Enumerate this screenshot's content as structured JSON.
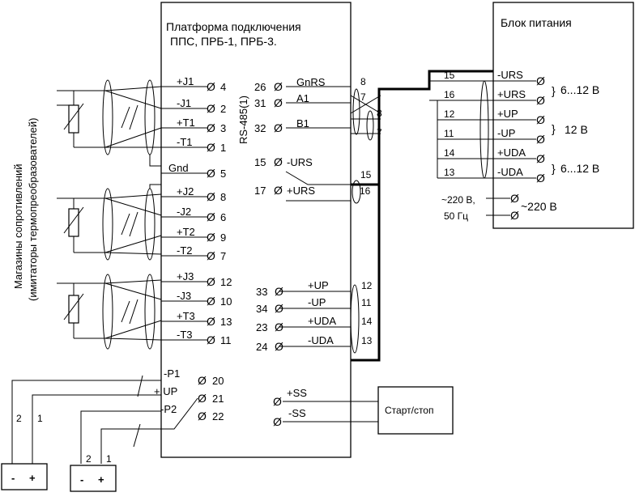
{
  "platform": {
    "title_line1": "Платформа подключения",
    "title_line2": "ППС, ПРБ-1, ПРБ-3.",
    "rs485": "RS-485(1)"
  },
  "power_block": {
    "title": "Блок питания",
    "terms": [
      "-URS",
      "+URS",
      "+UP",
      "-UP",
      "+UDA",
      "-UDA"
    ],
    "wire_nums": [
      "15",
      "16",
      "12",
      "11",
      "14",
      "13"
    ],
    "v1": "6...12 В",
    "v2": "12 В",
    "v3": "6...12 В",
    "ac_left_1": "~220 В,",
    "ac_left_2": "50 Гц",
    "ac_right": "~220 В"
  },
  "side_label": {
    "line1": "Магазины сопротивлений",
    "line2": "(имитаторы термопреобразователей)"
  },
  "left_terminals": [
    {
      "label": "+J1",
      "num": "4"
    },
    {
      "label": "-J1",
      "num": "2"
    },
    {
      "label": "+T1",
      "num": "3"
    },
    {
      "label": "-T1",
      "num": "1"
    },
    {
      "label": "Gnd",
      "num": "5"
    },
    {
      "label": "+J2",
      "num": "8"
    },
    {
      "label": "-J2",
      "num": "6"
    },
    {
      "label": "+T2",
      "num": "9"
    },
    {
      "label": "-T2",
      "num": "7"
    },
    {
      "label": "+J3",
      "num": "12"
    },
    {
      "label": "-J3",
      "num": "10"
    },
    {
      "label": "+T3",
      "num": "13"
    },
    {
      "label": "-T3",
      "num": "11"
    }
  ],
  "pressure_terminals": [
    {
      "label": "-P1",
      "num": "20"
    },
    {
      "label": "+ UP",
      "num": "21"
    },
    {
      "label": "-P2",
      "num": "22"
    }
  ],
  "rs_terminals": [
    {
      "num": "26",
      "label": "GnRS"
    },
    {
      "num": "31",
      "label": "A1"
    },
    {
      "num": "32",
      "label": "B1"
    }
  ],
  "rs_wire_nums": [
    "8",
    "7",
    "8",
    "7"
  ],
  "urs_terminals": [
    {
      "num": "15",
      "label": "-URS"
    },
    {
      "num": "17",
      "label": "+URS"
    }
  ],
  "urs_wire_nums": [
    "15",
    "16"
  ],
  "power_terminals": [
    {
      "num": "33",
      "label": "+UP",
      "wire": "12"
    },
    {
      "num": "34",
      "label": "-UP",
      "wire": "11"
    },
    {
      "num": "23",
      "label": "+UDA",
      "wire": "14"
    },
    {
      "num": "24",
      "label": "-UDA",
      "wire": "13"
    }
  ],
  "ss": {
    "plus": "+SS",
    "minus": "-SS",
    "button": "Старт/стоп"
  },
  "sensors": {
    "s1": {
      "w2": "2",
      "w1": "1",
      "minus": "-",
      "plus": "+"
    },
    "s2": {
      "w2": "2",
      "w1": "1",
      "minus": "-",
      "plus": "+"
    }
  }
}
